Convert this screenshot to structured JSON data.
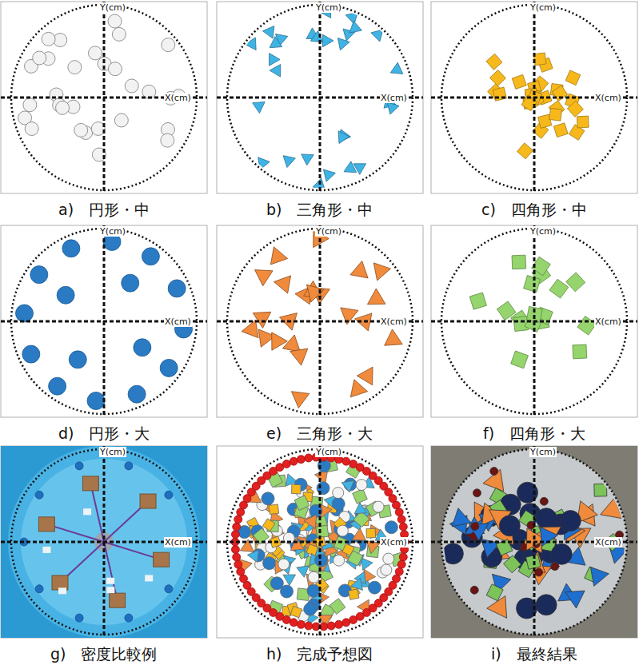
{
  "diagram": {
    "labels": [
      "Y(cm)",
      "X(cm)",
      "Y(cm)",
      "X(cm)",
      "Y(cm)",
      "X(cm)",
      "a)　円形・中",
      "b)　三角形・中",
      "c)　四角形・中",
      "Y(cm)",
      "X(cm)",
      "Y(cm)",
      "X(cm)",
      "Y(cm)",
      "X(cm)",
      "d)　円形・大",
      "e)　三角形・大",
      "f)　四角形・大",
      "Y(cm)",
      "X(cm)",
      "Y(cm)",
      "X(cm)",
      "Y(cm)",
      "X(cm)",
      "g)　密度比較例",
      "h)　完成予想図",
      "i)　最終結果"
    ]
  }
}
